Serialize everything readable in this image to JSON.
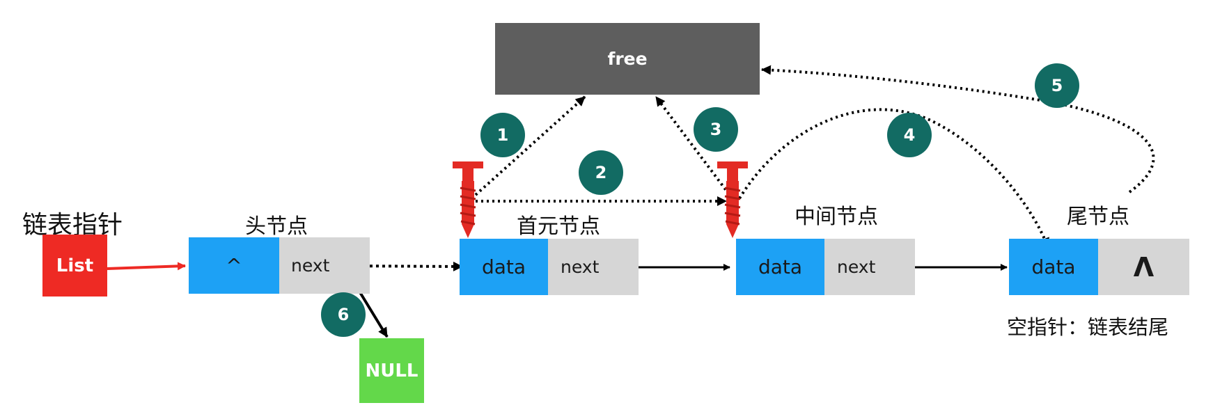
{
  "title": "链表指针",
  "list_label": "List",
  "free_label": "free",
  "null_label": "NULL",
  "nodes": [
    {
      "caption": "头节点",
      "data": "^",
      "next": "next"
    },
    {
      "caption": "首元节点",
      "data": "data",
      "next": "next"
    },
    {
      "caption": "中间节点",
      "data": "data",
      "next": "next"
    },
    {
      "caption": "尾节点",
      "data": "data",
      "next": "Λ"
    }
  ],
  "tail_note": "空指针：链表结尾",
  "steps": [
    "1",
    "2",
    "3",
    "4",
    "5",
    "6"
  ],
  "colors": {
    "data_cell": "#1da1f5",
    "next_cell": "#d6d6d6",
    "list": "#ee2a24",
    "null": "#63d84a",
    "free": "#5e5e5e",
    "badge": "#126b63",
    "pin": "#e32b24"
  },
  "icons": [
    "pin-icon",
    "arrow-icon"
  ]
}
